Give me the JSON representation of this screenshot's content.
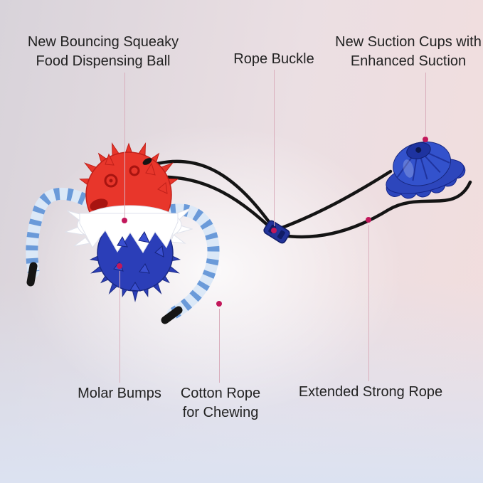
{
  "product_diagram": {
    "labels": {
      "ball": {
        "line1": "New Bouncing Squeaky",
        "line2": "Food Dispensing Ball"
      },
      "buckle": {
        "line1": "Rope Buckle"
      },
      "suction": {
        "line1": "New Suction Cups with",
        "line2": "Enhanced Suction"
      },
      "molar": {
        "line1": "Molar Bumps"
      },
      "cotton": {
        "line1": "Cotton Rope",
        "line2": "for Chewing"
      },
      "strong_rope": {
        "line1": "Extended Strong Rope"
      }
    },
    "colors": {
      "text": "#222222",
      "callout_line": "#d9aebc",
      "callout_dot": "#c2185b",
      "ball_red": "#e8362b",
      "ball_white": "#ffffff",
      "ball_blue": "#2b3eb8",
      "rope_light": "#dbe8f7",
      "rope_stripe": "#6a9ad9",
      "elastic_black": "#141414",
      "suction_blue": "#2d46bc",
      "bg_top_left": "#d8d3da",
      "bg_top_right": "#f2dddd",
      "bg_bottom": "#dce2f1"
    }
  }
}
